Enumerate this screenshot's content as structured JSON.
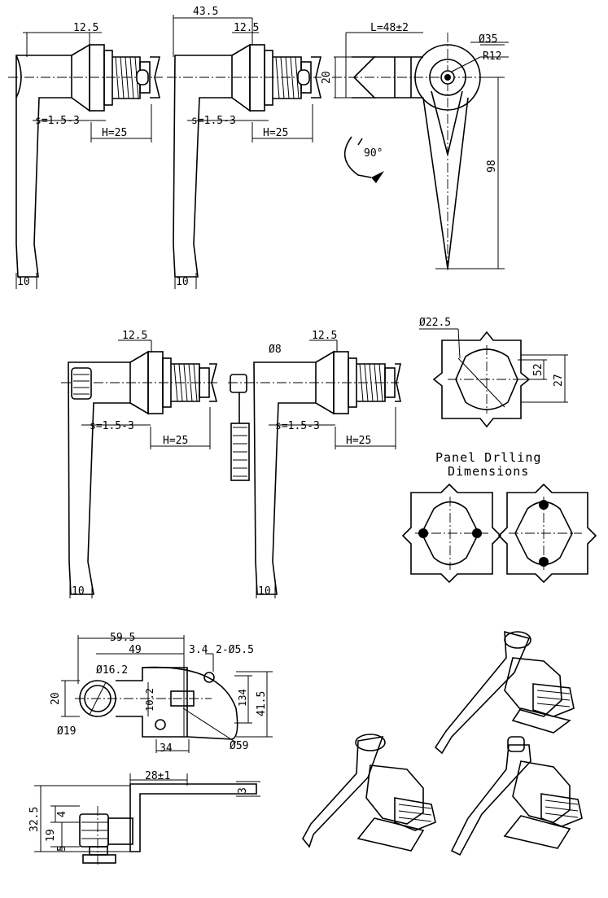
{
  "panel_drilling": {
    "line1": "Panel Drlling",
    "line2": "Dimensions"
  },
  "view1": {
    "dim_top": "12.5",
    "dim_s": "s=1.5-3",
    "dim_h": "H=25",
    "dim_handle": "10"
  },
  "view2": {
    "dim_width": "43.5",
    "dim_top": "12.5",
    "dim_s": "s=1.5-3",
    "dim_h": "H=25",
    "dim_handle": "10"
  },
  "view3": {
    "dim_l": "L=48±2",
    "dim_dia": "Ø35",
    "dim_r": "R12",
    "dim_20": "20",
    "dim_98": "98",
    "rotation": "90°"
  },
  "view4": {
    "dim_top": "12.5",
    "dim_s": "s=1.5-3",
    "dim_h": "H=25",
    "dim_handle": "10"
  },
  "view5": {
    "dim_dia": "Ø8",
    "dim_top": "12.5",
    "dim_s": "s=1.5-3",
    "dim_h": "H=25",
    "dim_handle": "10"
  },
  "cutout": {
    "dim_dia": "Ø22.5",
    "dim_52": "52",
    "dim_27": "27"
  },
  "cam": {
    "dim_595": "59.5",
    "dim_49": "49",
    "dim_34a": "3.4",
    "dim_holes": "2-Ø5.5",
    "dim_162": "Ø16.2",
    "dim_20": "20",
    "dim_102": "10.2",
    "dim_134": "134",
    "dim_415": "41.5",
    "dim_19": "Ø19",
    "dim_34b": "34",
    "dim_59": "Ø59"
  },
  "side": {
    "dim_28": "28±1",
    "dim_3": "3",
    "dim_325": "32.5",
    "dim_4": "4",
    "dim_19": "19",
    "dim_5": "5"
  }
}
